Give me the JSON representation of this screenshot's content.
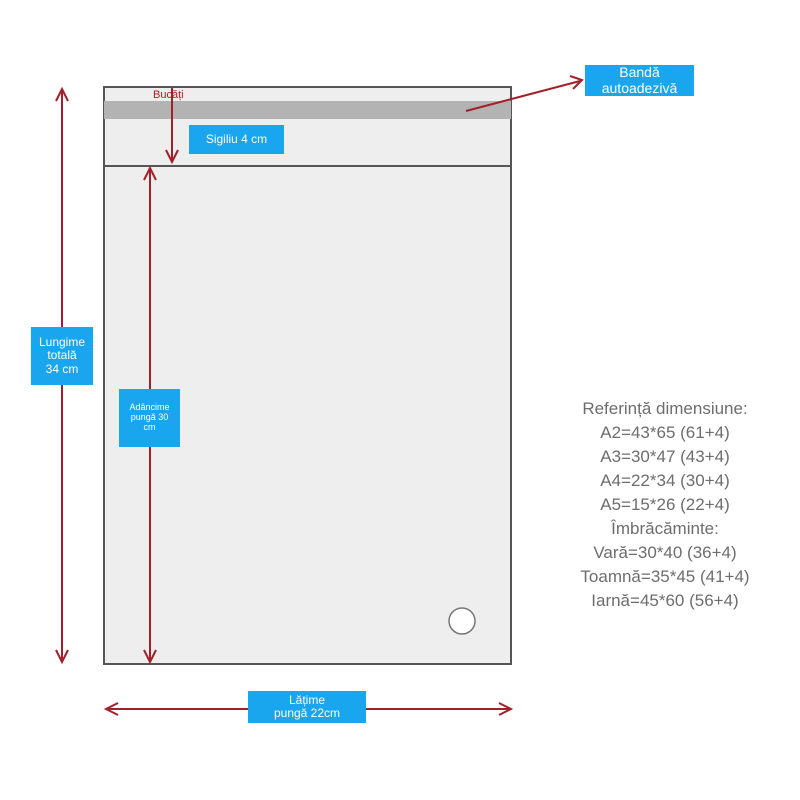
{
  "labels": {
    "banda": "Bandă\nautoadezivă",
    "bucati": "Bucăți",
    "sigiliu": "Sigiliu 4 cm",
    "lungime": "Lungime\ntotală\n34 cm",
    "adancime": "Adâncime\npungă 30\ncm",
    "latime": "Lățime\npungă 22cm"
  },
  "size_reference": {
    "title": "Referință dimensiune:",
    "items": [
      "A2=43*65  (61+4)",
      "A3=30*47  (43+4)",
      "A4=22*34  (30+4)",
      "A5=15*26  (22+4)",
      "Îmbrăcăminte:",
      "Vară=30*40  (36+4)",
      "Toamnă=35*45  (41+4)",
      "Iarnă=45*60  (56+4)"
    ]
  },
  "colors": {
    "label_bg": "#1aa6ee",
    "arrow": "#a3202a",
    "bag_fill": "#eeeeee",
    "bag_stroke": "#555555",
    "strip": "#b3b3b3",
    "text_gray": "#6d6d6d"
  }
}
